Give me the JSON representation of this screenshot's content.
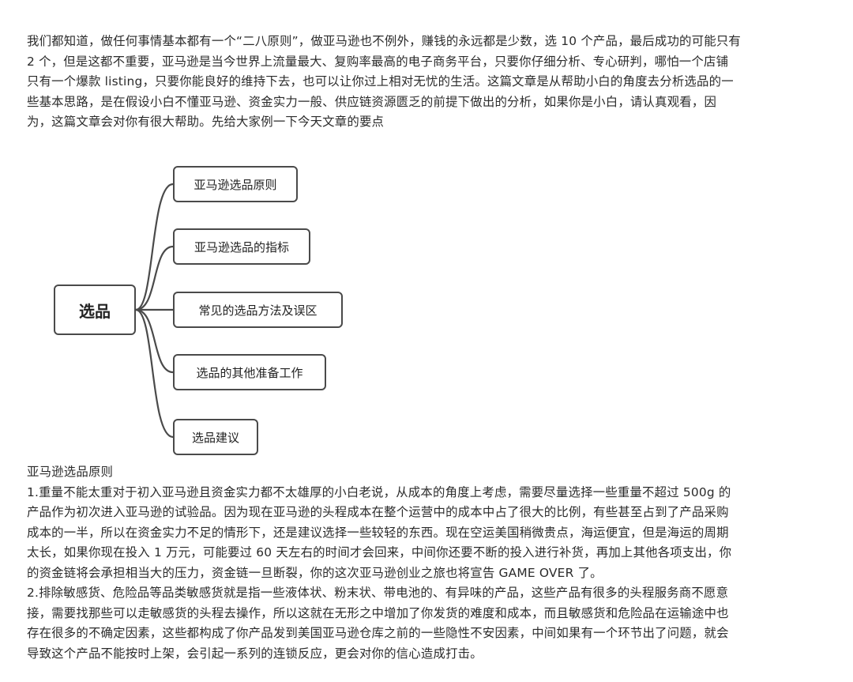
{
  "intro": {
    "lines": [
      "我们都知道，做任何事情基本都有一个“二八原则”，做亚马逊也不例外，赚钱的永远都是少数，选 10 个产品，最后成功的可能只有",
      "2 个，但是这都不重要，亚马逊是当今世界上流量最大、复购率最高的电子商务平台，只要你仔细分析、专心研判，哪怕一个店铺",
      "只有一个爆款 listing，只要你能良好的维持下去，也可以让你过上相对无忧的生活。这篇文章是从帮助小白的角度去分析选品的一",
      "些基本思路，是在假设小白不懂亚马逊、资金实力一般、供应链资源匮乏的前提下做出的分析，如果你是小白，请认真观看，因",
      "为，这篇文章会对你有很大帮助。先给大家例一下今天文章的要点"
    ]
  },
  "mindmap": {
    "center": "选品",
    "branches": [
      "亚马逊选品原则",
      "亚马逊选品的指标",
      "常见的选品方法及误区",
      "选品的其他准备工作",
      "选品建议"
    ]
  },
  "section": {
    "heading": "亚马逊选品原则",
    "lines": [
      "1.重量不能太重对于初入亚马逊且资金实力都不太雄厚的小白老说，从成本的角度上考虑，需要尽量选择一些重量不超过 500g 的",
      "产品作为初次进入亚马逊的试验品。因为现在亚马逊的头程成本在整个运营中的成本中占了很大的比例，有些甚至占到了产品采购",
      "成本的一半，所以在资金实力不足的情形下，还是建议选择一些较轻的东西。现在空运美国稍微贵点，海运便宜，但是海运的周期",
      "太长，如果你现在投入 1 万元，可能要过 60 天左右的时间才会回来，中间你还要不断的投入进行补货，再加上其他各项支出，你",
      "的资金链将会承担相当大的压力，资金链一旦断裂，你的这次亚马逊创业之旅也将宣告 GAME OVER 了。",
      "2.排除敏感货、危险品等品类敏感货就是指一些液体状、粉末状、带电池的、有异味的产品，这些产品有很多的头程服务商不愿意",
      "接，需要找那些可以走敏感货的头程去操作，所以这就在无形之中增加了你发货的难度和成本，而且敏感货和危险品在运输途中也",
      "存在很多的不确定因素，这些都构成了你产品发到美国亚马逊仓库之前的一些隐性不安因素，中间如果有一个环节出了问题，就会",
      "导致这个产品不能按时上架，会引起一系列的连锁反应，更会对你的信心造成打击。"
    ]
  }
}
